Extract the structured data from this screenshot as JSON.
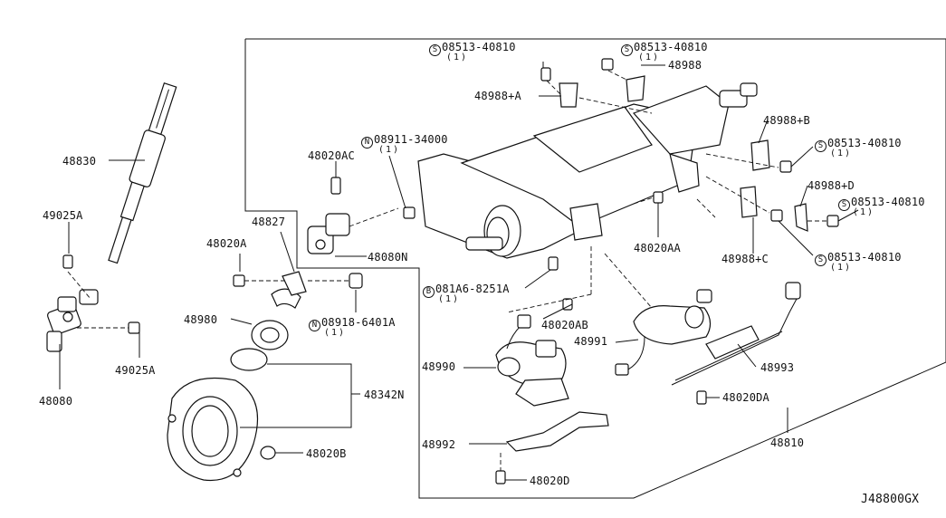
{
  "diagram_code": "J48800GX",
  "callouts": {
    "c48830": "48830",
    "c49025A_top": "49025A",
    "c49025A_bottom": "49025A",
    "c48080": "48080",
    "c48020A": "48020A",
    "c48827": "48827",
    "c48980": "48980",
    "c48342N": "48342N",
    "c48020B": "48020B",
    "c48020AC": "48020AC",
    "c08911_code": "08911-34000",
    "c08911_qty": "(1)",
    "c48080N": "48080N",
    "c08918_code": "08918-6401A",
    "c08918_qty": "(1)",
    "c081A6_code": "081A6-8251A",
    "c081A6_qty": "(1)",
    "c08513_top1_code": "08513-40810",
    "c08513_top1_qty": "(1)",
    "c08513_top2_code": "08513-40810",
    "c08513_top2_qty": "(1)",
    "c48988": "48988",
    "c48988A": "48988+A",
    "c48988B": "48988+B",
    "c08513_r1_code": "08513-40810",
    "c08513_r1_qty": "(1)",
    "c48988D": "48988+D",
    "c08513_r2_code": "08513-40810",
    "c08513_r2_qty": "(1)",
    "c48988C": "48988+C",
    "c08513_r3_code": "08513-40810",
    "c08513_r3_qty": "(1)",
    "c48020AA": "48020AA",
    "c48020AB": "48020AB",
    "c48991": "48991",
    "c48990": "48990",
    "c48993": "48993",
    "c48020DA": "48020DA",
    "c48810": "48810",
    "c48992": "48992",
    "c48020D": "48020D"
  },
  "badges": {
    "S": "S",
    "N": "N",
    "B": "B"
  }
}
